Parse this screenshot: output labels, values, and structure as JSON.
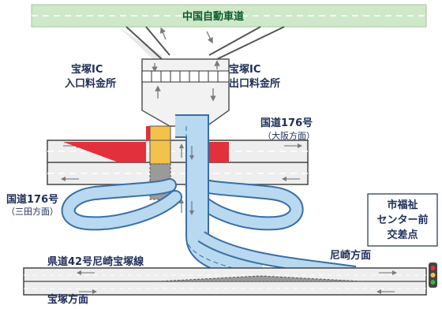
{
  "labels": {
    "expressway": "中国自動車道",
    "ic_entrance_line1": "宝塚IC",
    "ic_entrance_line2": "入口料金所",
    "ic_exit_line1": "宝塚IC",
    "ic_exit_line2": "出口料金所",
    "route176_osaka_line1": "国道176号",
    "route176_osaka_line2": "（大阪方面）",
    "route176_sanda_line1": "国道176号",
    "route176_sanda_line2": "（三田方面）",
    "prefroad42": "県道42号尼崎宝塚線",
    "to_amagasaki": "尼崎方面",
    "to_takarazuka": "宝塚方面",
    "intersection_line1": "市福祉",
    "intersection_line2": "センター前",
    "intersection_line3": "交差点"
  },
  "colors": {
    "expressway_band": "#cfe8c9",
    "ramp_blue": "#b8d9ef",
    "ramp_outline": "#3a6ea5",
    "road_gray": "#e6e6e6",
    "highlight_red": "#e2303c",
    "highlight_yellow": "#f2c24a",
    "highlight_gray": "#9a9a9a"
  },
  "icons": {
    "traffic_signal": "traffic-signal-icon",
    "toll_booth": "toll-booth-icon",
    "direction_arrow": "direction-arrow-icon"
  }
}
